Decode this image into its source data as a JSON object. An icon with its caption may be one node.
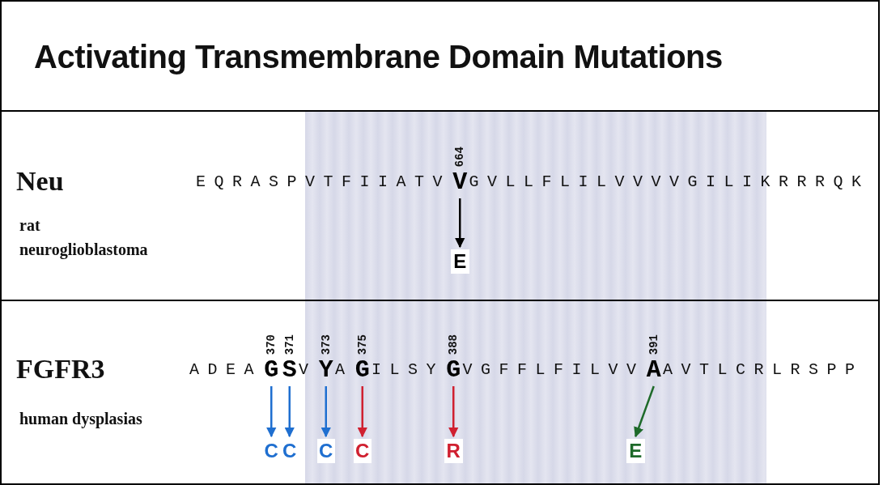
{
  "diagram": {
    "title": "Activating Transmembrane Domain Mutations",
    "nodes": [
      {
        "text": [
          "V"
        ],
        "beside": [
          "664"
        ]
      },
      {
        "text": [
          "E"
        ]
      },
      {
        "text": [
          "G"
        ],
        "beside": [
          "370"
        ]
      },
      {
        "text": [
          "S"
        ],
        "beside": [
          "371"
        ]
      },
      {
        "text": [
          "Y"
        ],
        "beside": [
          "373"
        ]
      },
      {
        "text": [
          "G"
        ],
        "beside": [
          "375"
        ]
      },
      {
        "text": [
          "G"
        ],
        "beside": [
          "388"
        ]
      },
      {
        "text": [
          "A"
        ],
        "beside": [
          "391"
        ]
      },
      {
        "text": [
          "C"
        ]
      },
      {
        "text": [
          "C"
        ]
      },
      {
        "text": [
          "C"
        ]
      },
      {
        "text": [
          "C"
        ]
      },
      {
        "text": [
          "R"
        ]
      },
      {
        "text": [
          "E"
        ]
      }
    ],
    "edges": [
      {
        "from": 0,
        "to": 1,
        "arrow": "to",
        "color": "#000000"
      },
      {
        "from": 2,
        "to": 8,
        "arrow": "to",
        "color": "#1f6fd0"
      },
      {
        "from": 3,
        "to": 9,
        "arrow": "to",
        "color": "#1f6fd0"
      },
      {
        "from": 4,
        "to": 10,
        "arrow": "to",
        "color": "#1f6fd0"
      },
      {
        "from": 5,
        "to": 11,
        "arrow": "to",
        "color": "#d02030"
      },
      {
        "from": 6,
        "to": 12,
        "arrow": "to",
        "color": "#d02030"
      },
      {
        "from": 7,
        "to": 13,
        "arrow": "to",
        "color": "#1e6a2a"
      }
    ],
    "labels": [
      "Neu",
      "EQRASPVTFIIATV",
      "GVLLFLILVVVVGILIKRRRQK",
      "rat neuroglioblastoma",
      "FGFR3",
      "ADEA",
      "V",
      "A",
      "ILSY",
      "VGFFLFILVV",
      "AVTLCRLRSPP",
      "human dysplasias"
    ]
  }
}
